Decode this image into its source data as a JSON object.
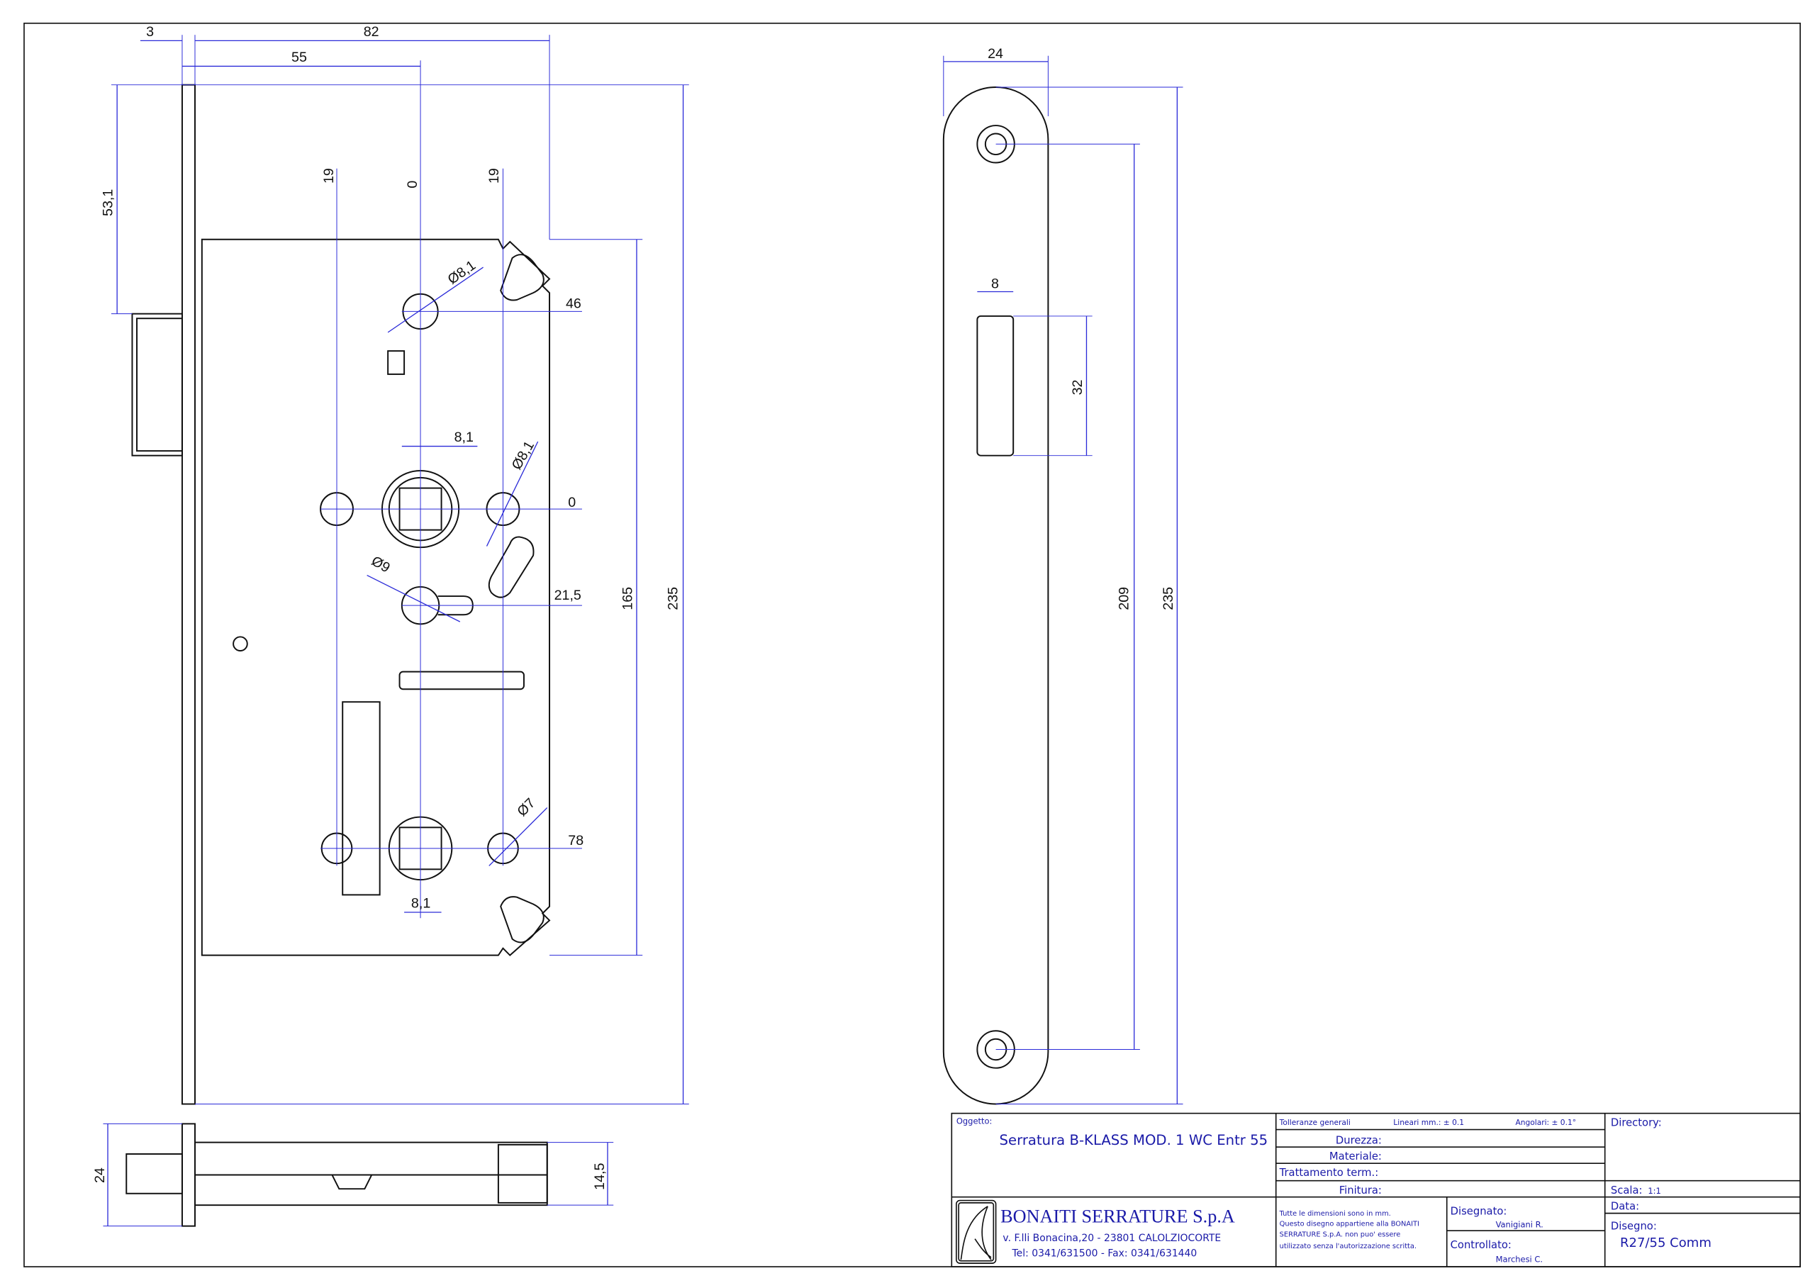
{
  "dims": {
    "d3": "3",
    "d82": "82",
    "d55": "55",
    "d53": "53,1",
    "v19a": "19",
    "v0": "0",
    "v19b": "19",
    "dia81a": "Ø8,1",
    "h46": "46",
    "w81a": "8,1",
    "dia81b": "Ø8,1",
    "h0": "0",
    "dia9": "Ø9",
    "h215": "21,5",
    "h165": "165",
    "h235": "235",
    "dia7": "Ø7",
    "h78": "78",
    "w81b": "8,1",
    "bottom24": "24",
    "bottom145": "14,5",
    "plate24": "24",
    "slot8": "8",
    "slot32": "32",
    "plate209": "209",
    "plate235": "235"
  },
  "title_block": {
    "oggetto_label": "Oggetto:",
    "oggetto_value": "Serratura B-KLASS MOD. 1 WC Entr 55",
    "tolleranze": "Tolleranze generali",
    "lineari": "Lineari mm.: ± 0.1",
    "angolari": "Angolari: ± 0.1°",
    "durezza": "Durezza:",
    "materiale": "Materiale:",
    "trattamento": "Trattamento term.:",
    "finitura": "Finitura:",
    "company": "BONAITI SERRATURE  S.p.A",
    "address": "v. F.lli Bonacina,20 - 23801 CALOLZIOCORTE",
    "phone": "Tel: 0341/631500   -   Fax: 0341/631440",
    "note1": "Tutte le dimensioni sono in mm.",
    "note2": "Questo disegno appartiene alla BONAITI",
    "note3": "SERRATURE S.p.A. non puo' essere",
    "note4": "utilizzato senza l'autorizzazione scritta.",
    "disegnato_label": "Disegnato:",
    "disegnato_value": "Vanigiani R.",
    "controllato_label": "Controllato:",
    "controllato_value": "Marchesi C.",
    "directory_label": "Directory:",
    "scala_label": "Scala:",
    "scala_value": "1:1",
    "data_label": "Data:",
    "disegno_label": "Disegno:",
    "disegno_value": "R27/55 Comm"
  }
}
